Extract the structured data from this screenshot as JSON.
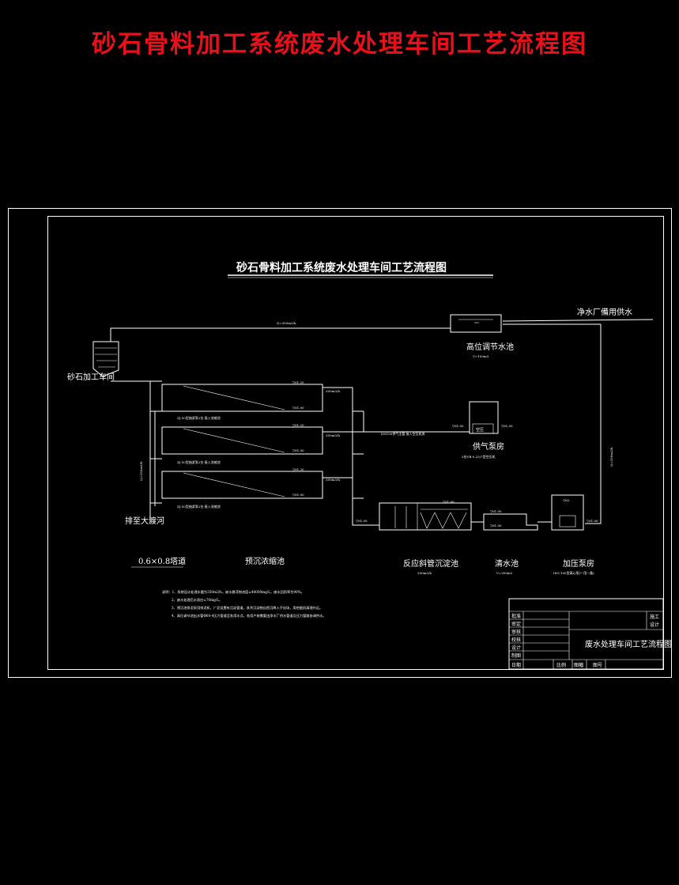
{
  "page_title": "砂石骨料加工系统废水处理车间工艺流程图",
  "drawing": {
    "title": "砂石骨料加工系统废水处理车间工艺流程图",
    "labels": {
      "plant": "砂石加工车间",
      "outfall": "排至大渡河",
      "high_tank": "高位调节水池",
      "high_tank_sub": "V=100m3",
      "city_water": "净水厂備用供水",
      "air_station": "供气泵房",
      "air_station_sub": "3台VB-0.25/7型空压机",
      "clear_pool": "清水池",
      "clear_pool_sub": "V=300m3",
      "pump_house": "加压泵房",
      "pump_house_sub": "ISG-100型离心泵(一用一备)",
      "mesh": "0.6×0.8塔道",
      "pre_settle": "预沉浓缩池",
      "reactor": "反应斜管沉淀池",
      "reactor_sub": "200m3/h"
    },
    "notes": [
      "说明：1、系统设计处理水量为350m3/h，废水悬浮物浓度≤40000mg/L，废水回用率为90%。",
      "2、废水处理后水质应≤70mg/L。",
      "3、预沉池排泥采用排泥机，广泥设置有沉淀管道，其余沉淀物自然沉降入干化场，用挖掘机清理外运。",
      "4、高位调节池出水管Φ60·4压力管道至各用水点，各用户按需要由净水厂供水管道及压力管路协调供水。"
    ],
    "title_block": {
      "rows": [
        "批准",
        "审定",
        "审核",
        "校核",
        "设计",
        "制图",
        "日期"
      ],
      "right_top": [
        "施工",
        "设计"
      ],
      "drawing_name": "废水处理车间工艺流程图",
      "bottom": [
        "比例",
        "图幅",
        "图号"
      ]
    }
  }
}
